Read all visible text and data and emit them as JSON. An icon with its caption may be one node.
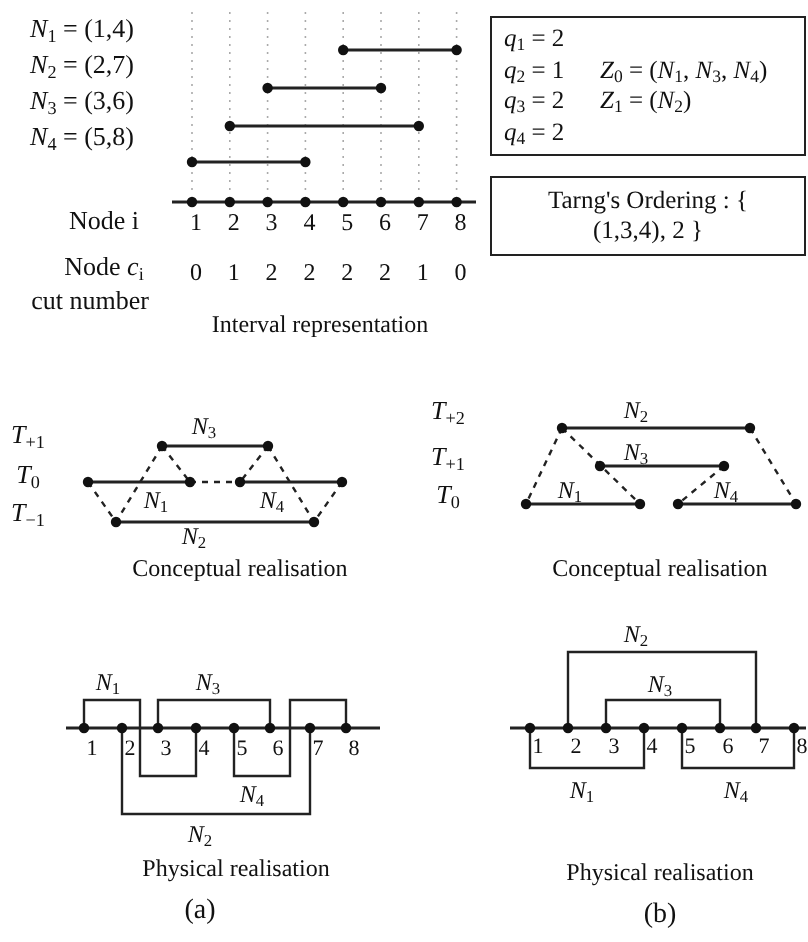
{
  "diagram": {
    "nodes": [
      {
        "text": [
          "*q*$_{1}$ = 2",
          "*q*$_{2}$ = 1",
          "*q*$_{3}$ = 2",
          "*q*$_{4}$ = 2",
          "*Z*$_{0}$ = (*N*$_{1}$, *N*$_{3}$, *N*$_{4}$)",
          "*Z*$_{1}$ = (*N*$_{2}$)"
        ]
      },
      {
        "text": [
          "Tarng's Ordering : { (1,3,4), 2 }"
        ]
      }
    ],
    "labels": [
      "*N*$_{1}$ = (1,4)",
      "*N*$_{2}$ = (2,7)",
      "*N*$_{3}$ = (3,6)",
      "*N*$_{4}$ = (5,8)",
      "Node i",
      "1",
      "2",
      "3",
      "4",
      "5",
      "6",
      "7",
      "8",
      "Node *c*$_{i}$",
      "0",
      "1",
      "2",
      "2",
      "2",
      "2",
      "1",
      "0",
      "cut number",
      "Interval representation",
      "*T*$_{+1}$",
      "*T*$_{0}$",
      "*T*$_{−1}$",
      "*N*$_{3}$",
      "*N*$_{1}$",
      "*N*$_{4}$",
      "*N*$_{2}$",
      "Conceptual realisation",
      "*T*$_{+2}$",
      "*T*$_{+1}$",
      "*T*$_{0}$",
      "*N*$_{2}$",
      "*N*$_{3}$",
      "*N*$_{1}$",
      "*N*$_{4}$",
      "Conceptual realisation",
      "*N*$_{1}$",
      "*N*$_{3}$",
      "1",
      "2",
      "3",
      "4",
      "5",
      "6",
      "7",
      "8",
      "*N*$_{4}$",
      "*N*$_{2}$",
      "Physical realisation",
      "(a)",
      "*N*$_{2}$",
      "*N*$_{3}$",
      "1",
      "2",
      "3",
      "4",
      "5",
      "6",
      "7",
      "8",
      "*N*$_{1}$",
      "*N*$_{4}$",
      "Physical realisation",
      "(b)"
    ]
  }
}
